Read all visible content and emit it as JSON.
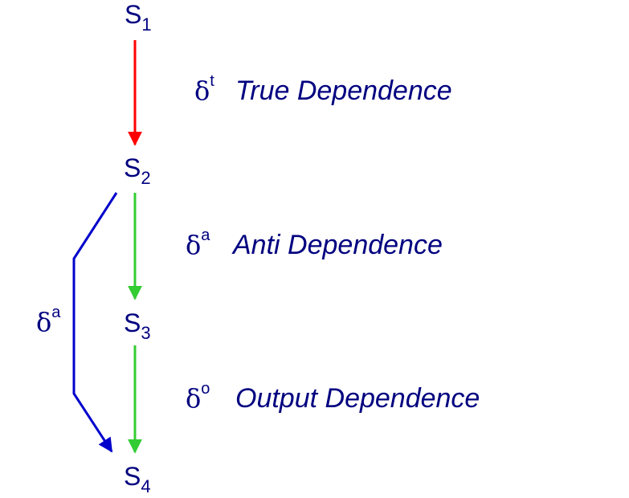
{
  "nodes": {
    "s1": {
      "base": "S",
      "sub": "1"
    },
    "s2": {
      "base": "S",
      "sub": "2"
    },
    "s3": {
      "base": "S",
      "sub": "3"
    },
    "s4": {
      "base": "S",
      "sub": "4"
    }
  },
  "dependencies": {
    "true": {
      "symbol": "δ",
      "superscript": "t",
      "label": "True Dependence",
      "color": "#ff0000"
    },
    "anti": {
      "symbol": "δ",
      "superscript": "a",
      "label": "Anti Dependence",
      "color": "#33cc33"
    },
    "output": {
      "symbol": "δ",
      "superscript": "o",
      "label": "Output Dependence",
      "color": "#33cc33"
    },
    "side_anti": {
      "symbol": "δ",
      "superscript": "a",
      "color": "#0000cc"
    }
  },
  "colors": {
    "text": "#000080",
    "true_edge": "#ff0000",
    "green_edge": "#33cc33",
    "blue_edge": "#0000cc"
  }
}
